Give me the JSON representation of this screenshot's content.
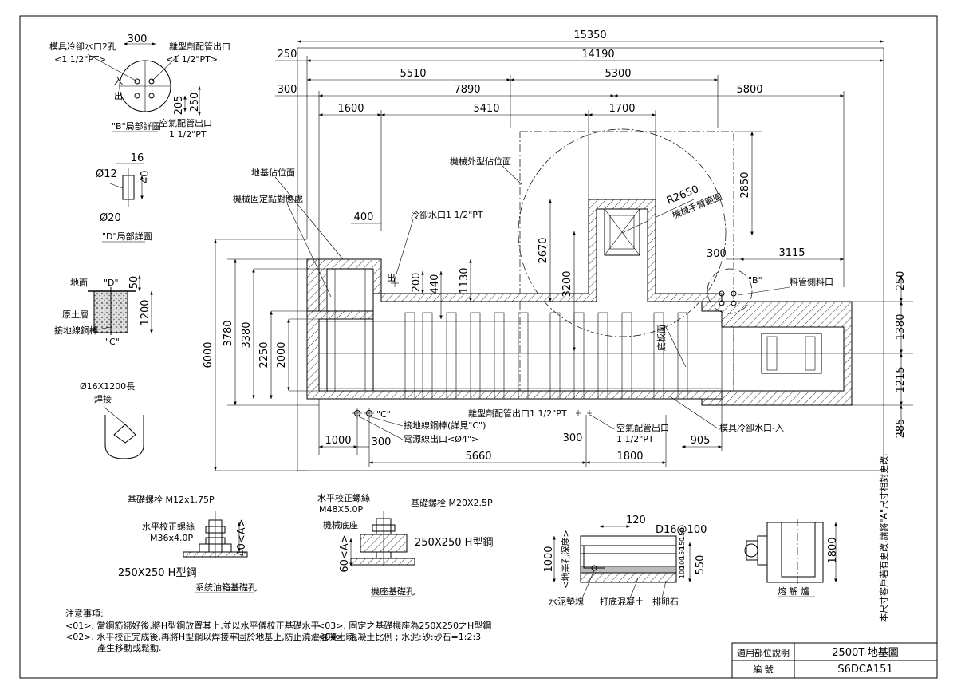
{
  "dims": {
    "d15350": "15350",
    "d14190": "14190",
    "d250a": "250",
    "d300a": "300",
    "d5510": "5510",
    "d5300": "5300",
    "d7890": "7890",
    "d5800": "5800",
    "d1600": "1600",
    "d5410": "5410",
    "d1700": "1700",
    "d2850": "2850",
    "d2650": "R2650",
    "d400": "400",
    "d2670": "2670",
    "d200": "200",
    "d440": "440",
    "d1130": "1130",
    "d3200": "3200",
    "d300b": "300",
    "d3115": "3115",
    "d250b": "250",
    "d1380": "1380",
    "d1215": "1215",
    "d285": "285",
    "d6000": "6000",
    "d3780": "3780",
    "d3380": "3380",
    "d2250": "2250",
    "d2000": "2000",
    "d1000": "1000",
    "d300c": "300",
    "d5660": "5660",
    "d300d": "300",
    "d1800": "1800",
    "d905": "905"
  },
  "labels": {
    "foundation_pos": "地基佔位面",
    "machine_fix": "機械固定點對應處",
    "machine_outline": "機械外型佔位面",
    "arm_range": "機械手臂範圍",
    "cooling_in": "冷卻水口1  1/2\"PT",
    "pipe_out": "料管側料口",
    "b_mark": "\"B\"",
    "c_mark": "\"C\"",
    "in_mark": "入",
    "out_mark": "出",
    "bottom_plate": "底板面",
    "release_pipe": "離型劑配管出口1  1/2\"PT",
    "ground_rod": "接地線銅棒(詳見\"C\")",
    "power_out": "電源線出口<Ø4\">",
    "air_out_1": "空氣配管出口",
    "air_out_2": "1  1/2\"PT",
    "mold_cooling": "模具冷卻水口-入"
  },
  "detailB": {
    "l1": "模具冷卻水口2孔",
    "l1b": "<1  1/2\"PT>",
    "l2": "離型劑配管出口",
    "l2b": "<1  1/2\"PT>",
    "d300": "300",
    "d205": "205",
    "d250": "250",
    "in": "入",
    "out": "出",
    "air1": "空氣配管出口",
    "air2": "1  1/2\"PT",
    "title": "\"B\"局部詳圖"
  },
  "detailD": {
    "d16": "16",
    "d12": "Ø12",
    "d40": "40",
    "d20": "Ø20",
    "title": "\"D\"局部詳圖"
  },
  "detailC": {
    "ground": "地面",
    "d_mark": "\"D\"",
    "d50": "50",
    "d1200": "1200",
    "soil": "原土層",
    "rod": "接地線銅棒",
    "c_mark": "\"C\""
  },
  "detailRod": {
    "spec": "Ø16X1200長",
    "weld": "焊接"
  },
  "bolt1": {
    "anchor": "基礎螺栓  M12x1.75P",
    "level1": "水平校正螺絲",
    "level2": "M36x4.0P",
    "d40a": "40<A>",
    "beam": "250X250  H型鋼",
    "title": "系統油箱基礎孔"
  },
  "bolt2": {
    "level1": "水平校正螺絲",
    "level2": "M48X5.0P",
    "anchor": "基礎螺栓  M20X2.5P",
    "base": "機械底座",
    "d60a": "60<A>",
    "beam": "250X250  H型鋼",
    "title": "機座基礎孔"
  },
  "section": {
    "d120": "120",
    "rebar": "D16@100",
    "d1000": "1000",
    "depth": "<地基孔深度>",
    "d550": "550",
    "s1": "100",
    "s2": "100",
    "s3": "150",
    "s4": "150",
    "s5": "150",
    "concrete_block": "水泥墊塊",
    "base_concrete": "打底混凝土",
    "gravel": "排卵石"
  },
  "furnace": {
    "d1800": "1800",
    "title": "熔 解 爐",
    "side_note": "本尺寸客戶若有更改,請將\"A\"尺寸相對更改."
  },
  "notes": {
    "title": "注意事項:",
    "n1": "<01>.  當鋼筋綁好後,將H型鋼放置其上,並以水平儀校正基礎水平",
    "n2": "<02>.  水平校正完成後,再將H型鋼以焊接牢固於地基上,防止澆灌混凝土時,",
    "n2b": "產生移動或鬆動.",
    "n3": "<03>.  固定之基礎機座為250X250之H型鋼",
    "n4": "<04>.  混凝土比例 ;  水泥:砂:砂石=1:2:3"
  },
  "titleblock": {
    "k1": "適用部位說明",
    "v1": "2500T-地基圖",
    "k2": "編          號",
    "v2": "S6DCA151"
  }
}
